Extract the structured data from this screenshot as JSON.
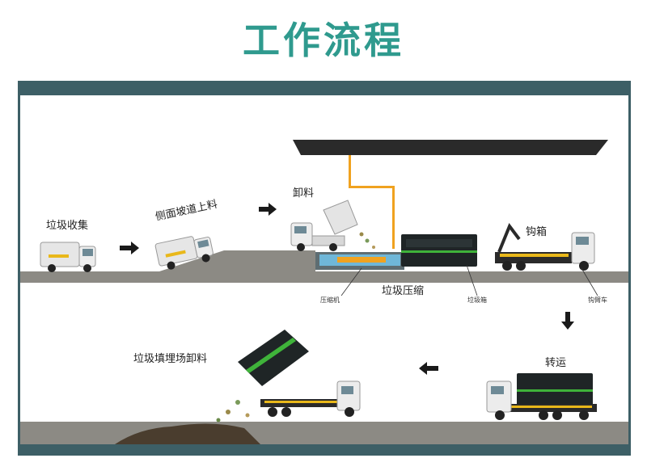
{
  "title": "工作流程",
  "steps": {
    "collect": "垃圾收集",
    "ramp": "侧面坡道上料",
    "unload": "卸料",
    "hook": "钩箱",
    "compress": "垃圾压缩",
    "transport": "转运",
    "landfill": "垃圾填埋场卸料"
  },
  "parts": {
    "compactor": "压缩机",
    "bin": "垃圾箱",
    "hook_truck": "钩臂车"
  },
  "colors": {
    "frame": "#3d5f66",
    "title": "#2f9a8e",
    "ground": "#8c8a84",
    "accent_green": "#3fb33a",
    "bin_dark": "#1f2526",
    "rod": "#f0a21f"
  }
}
